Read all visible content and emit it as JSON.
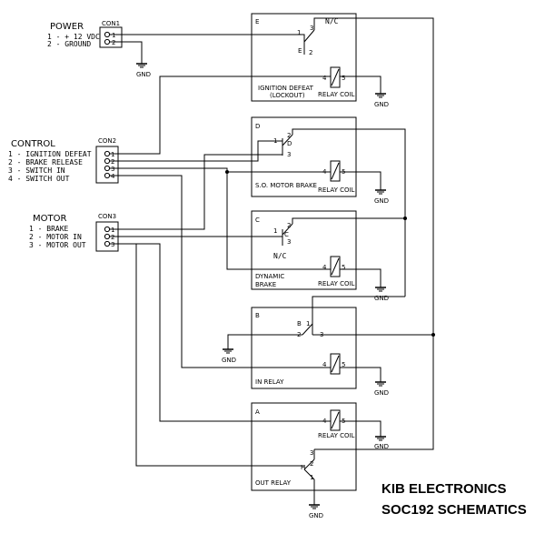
{
  "power": {
    "title": "POWER",
    "connector": "CON1",
    "items": [
      "1 - + 12 VDC",
      "2 - GROUND"
    ],
    "pins": [
      "1",
      "2"
    ]
  },
  "control": {
    "title": "CONTROL",
    "connector": "CON2",
    "items": [
      "1 - IGNITION DEFEAT",
      "2 - BRAKE RELEASE",
      "3 - SWITCH IN",
      "4 - SWITCH OUT"
    ],
    "pins": [
      "1",
      "2",
      "3",
      "4"
    ]
  },
  "motor": {
    "title": "MOTOR",
    "connector": "CON3",
    "items": [
      "1 - BRAKE",
      "2 - MOTOR IN",
      "3 - MOTOR OUT"
    ],
    "pins": [
      "1",
      "2",
      "3"
    ]
  },
  "relays": {
    "e": {
      "letter": "E",
      "nc": "N/C",
      "pole": "E",
      "name_line1": "IGNITION DEFEAT",
      "name_line2": "(LOCKOUT)",
      "coil": "RELAY COIL",
      "pins": [
        "1",
        "2",
        "3",
        "4",
        "5"
      ]
    },
    "d": {
      "letter": "D",
      "pole": "D",
      "name_line1": "S.O. MOTOR BRAKE",
      "coil": "RELAY COIL",
      "pins": [
        "1",
        "2",
        "3",
        "4",
        "5"
      ]
    },
    "c": {
      "letter": "C",
      "nc": "N/C",
      "pole": "C",
      "name_line1": "DYNAMIC",
      "name_line2": "BRAKE",
      "coil": "RELAY COIL",
      "pins": [
        "1",
        "2",
        "3",
        "4",
        "5"
      ]
    },
    "b": {
      "letter": "B",
      "pole": "B",
      "name_line1": "IN RELAY",
      "pins": [
        "1",
        "2",
        "3",
        "4",
        "5"
      ]
    },
    "a": {
      "letter": "A",
      "pole": "H",
      "name_line1": "OUT RELAY",
      "coil": "RELAY COIL",
      "pins": [
        "1",
        "2",
        "3",
        "4",
        "5"
      ]
    }
  },
  "gnd_label": "GND",
  "footer": {
    "line1": "KIB ELECTRONICS",
    "line2": "SOC192 SCHEMATICS"
  }
}
